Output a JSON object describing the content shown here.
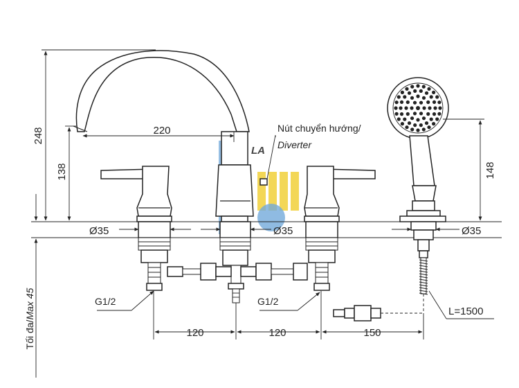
{
  "dimensions": {
    "height_total": "248",
    "height_spout": "138",
    "spout_reach": "220",
    "handshower_height": "148",
    "dia_left": "Ø35",
    "dia_center": "Ø35",
    "dia_right": "Ø35",
    "spacing_1": "120",
    "spacing_2": "120",
    "spacing_3": "150",
    "hose_length": "L=1500"
  },
  "labels": {
    "diverter_vi": "Nút chuyển hướng/",
    "diverter_en": "Diverter",
    "thread_left": "G1/2",
    "thread_center": "G1/2",
    "deck_max_vi": "Tối đa/",
    "deck_max_en": "Max 45"
  },
  "watermark": {
    "text": "LA",
    "colors": {
      "blue": "#5b9bd5",
      "yellow": "#f2d13a"
    }
  }
}
